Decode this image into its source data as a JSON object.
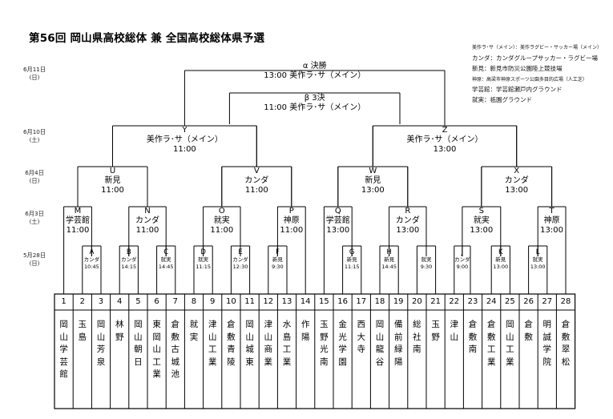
{
  "title": "第56回 岡山県高校総体 兼 全国高校総体県予選",
  "legend": [
    "美作ラ･サ（メイン）：美作ラグビー・サッカー場（メイン）",
    "カンダ：カンダグループサッカー・ラグビー場",
    "新見：新見市防災公園陸上競技場",
    "神原：高梁市神原スポーツ公園多目的広場（人工芝）",
    "学芸館：学芸館瀬戸内グラウンド",
    "就実：祇園グラウンド"
  ],
  "dates": [
    {
      "day": "6月11日",
      "dow": "(日)"
    },
    {
      "day": "6月10日",
      "dow": "(土)"
    },
    {
      "day": "6月4日",
      "dow": "(日)"
    },
    {
      "day": "6月3日",
      "dow": "(土)"
    },
    {
      "day": "5月28日",
      "dow": "(日)"
    }
  ],
  "finals": [
    {
      "title": "α 決勝",
      "detail": "13:00 美作ラ･サ（メイン）"
    },
    {
      "title": "β 3決",
      "detail": "11:00 美作ラ･サ（メイン）"
    }
  ],
  "semis": [
    {
      "name": "Y",
      "venue": "美作ラ･サ（メイン）",
      "time": "11:00"
    },
    {
      "name": "Z",
      "venue": "美作ラ･サ（メイン）",
      "time": "13:00"
    }
  ],
  "quarters": [
    {
      "name": "U",
      "venue": "新見",
      "time": "11:00"
    },
    {
      "name": "V",
      "venue": "カンダ",
      "time": "11:00"
    },
    {
      "name": "W",
      "venue": "新見",
      "time": "13:00"
    },
    {
      "name": "X",
      "venue": "カンダ",
      "time": "13:00"
    }
  ],
  "round2": [
    {
      "name": "M",
      "venue": "学芸館",
      "time": "11:00"
    },
    {
      "name": "N",
      "venue": "カンダ",
      "time": "11:00"
    },
    {
      "name": "O",
      "venue": "就実",
      "time": "11:00"
    },
    {
      "name": "P",
      "venue": "神原",
      "time": "11:00"
    },
    {
      "name": "Q",
      "venue": "学芸館",
      "time": "13:00"
    },
    {
      "name": "R",
      "venue": "カンダ",
      "time": "13:00"
    },
    {
      "name": "S",
      "venue": "就実",
      "time": "13:00"
    },
    {
      "name": "T",
      "venue": "神原",
      "time": "13:00"
    }
  ],
  "round1": [
    {
      "name": "A",
      "venue": "カンダ",
      "time": "10:45"
    },
    {
      "name": "B",
      "venue": "カンダ",
      "time": "14:15"
    },
    {
      "name": "C",
      "venue": "就実",
      "time": "14:45"
    },
    {
      "name": "D",
      "venue": "就実",
      "time": "11:15"
    },
    {
      "name": "E",
      "venue": "カンダ",
      "time": "12:30"
    },
    {
      "name": "F",
      "venue": "新見",
      "time": "9:30"
    },
    {
      "name": "G",
      "venue": "新見",
      "time": "11:15"
    },
    {
      "name": "H",
      "venue": "新見",
      "time": "14:45"
    },
    {
      "name": "I",
      "venue": "就実",
      "time": "9:30"
    },
    {
      "name": "J",
      "venue": "カンダ",
      "time": "9:00"
    },
    {
      "name": "K",
      "venue": "新見",
      "time": "13:00"
    },
    {
      "name": "L",
      "venue": "就実",
      "time": "13:00"
    }
  ],
  "teams": [
    {
      "no": "1",
      "name": "岡山学芸館"
    },
    {
      "no": "2",
      "name": "玉島"
    },
    {
      "no": "3",
      "name": "岡山芳泉"
    },
    {
      "no": "4",
      "name": "林野"
    },
    {
      "no": "5",
      "name": "岡山朝日"
    },
    {
      "no": "6",
      "name": "東岡山工業"
    },
    {
      "no": "7",
      "name": "倉敷古城池"
    },
    {
      "no": "8",
      "name": "就実"
    },
    {
      "no": "9",
      "name": "津山工業"
    },
    {
      "no": "10",
      "name": "倉敷青陵"
    },
    {
      "no": "11",
      "name": "岡山城東"
    },
    {
      "no": "12",
      "name": "津山商業"
    },
    {
      "no": "13",
      "name": "水島工業"
    },
    {
      "no": "14",
      "name": "作陽"
    },
    {
      "no": "15",
      "name": "玉野光南"
    },
    {
      "no": "16",
      "name": "金光学園"
    },
    {
      "no": "17",
      "name": "西大寺"
    },
    {
      "no": "18",
      "name": "岡山龍谷"
    },
    {
      "no": "19",
      "name": "備前緑陽"
    },
    {
      "no": "20",
      "name": "総社南"
    },
    {
      "no": "21",
      "name": "玉野"
    },
    {
      "no": "22",
      "name": "津山"
    },
    {
      "no": "23",
      "name": "倉敷南"
    },
    {
      "no": "24",
      "name": "倉敷工業"
    },
    {
      "no": "25",
      "name": "岡山工業"
    },
    {
      "no": "26",
      "name": "倉敷"
    },
    {
      "no": "27",
      "name": "明誠学院"
    },
    {
      "no": "28",
      "name": "倉敷翠松"
    }
  ]
}
